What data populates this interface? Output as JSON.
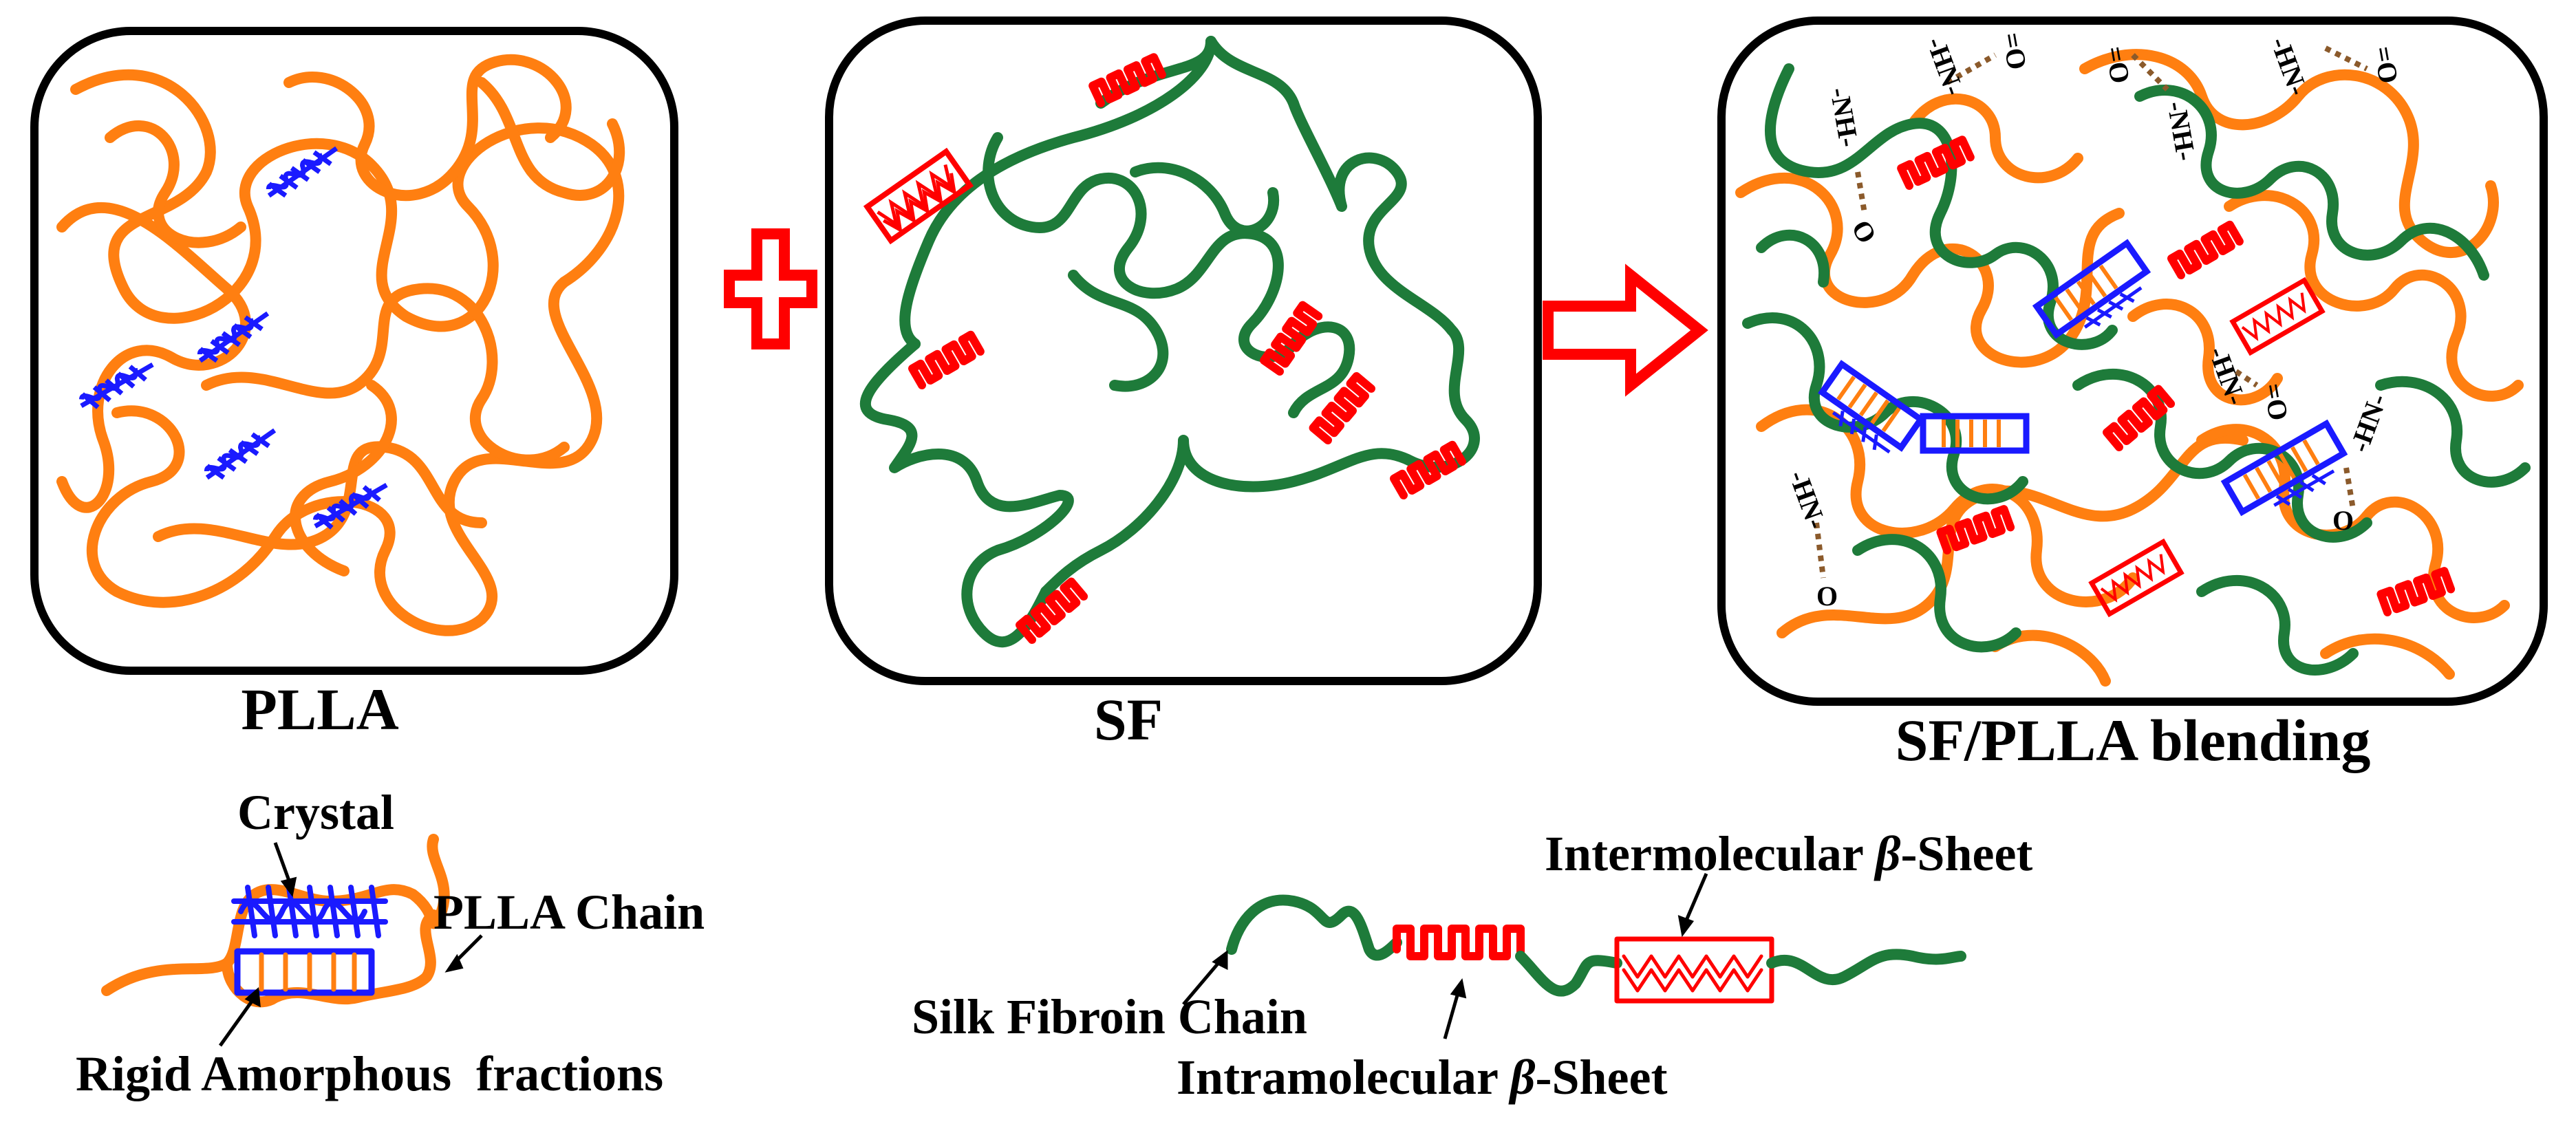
{
  "panels": {
    "plla_label": "PLLA",
    "sf_label": "SF",
    "blend_label": "SF/PLLA blending"
  },
  "legend_plla": {
    "crystal": "Crystal",
    "chain": "PLLA Chain",
    "raf": "Rigid Amorphous  fractions"
  },
  "legend_sf": {
    "inter_prefix": "Intermolecular ",
    "intra_prefix": "Intramolecular ",
    "beta": "β",
    "sheet_suffix": "-Sheet",
    "chain": "Silk Fibroin Chain"
  },
  "hbond_labels": {
    "nh": "-NH-",
    "hn": "-HN-",
    "o": "O",
    "co": "=O"
  },
  "colors": {
    "plla": "#ff7f11",
    "sf": "#1e7b3a",
    "beta": "#ff0000",
    "crystal": "#1a1aff",
    "hbond": "#8b5a2b",
    "frame": "#000000"
  }
}
